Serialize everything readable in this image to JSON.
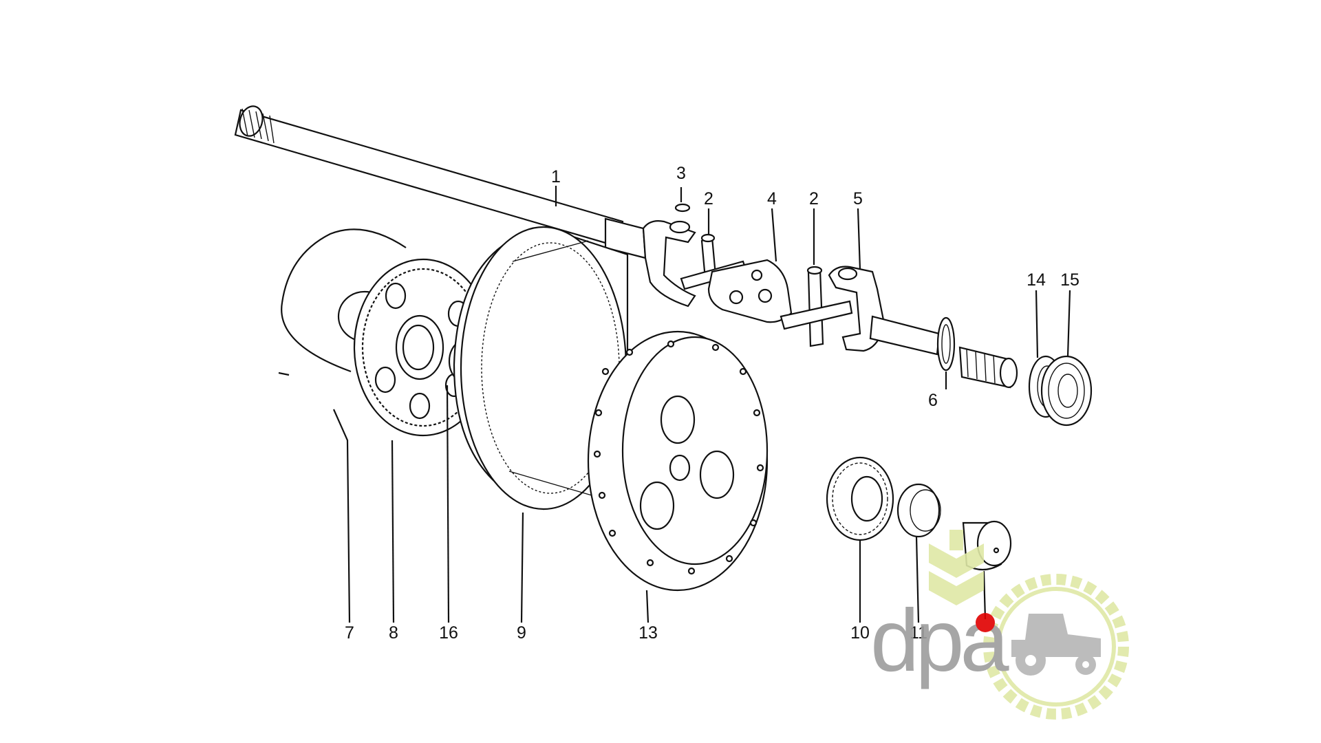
{
  "callouts": [
    {
      "id": "1",
      "label": "1"
    },
    {
      "id": "2a",
      "label": "2"
    },
    {
      "id": "2b",
      "label": "2"
    },
    {
      "id": "3",
      "label": "3"
    },
    {
      "id": "4",
      "label": "4"
    },
    {
      "id": "5",
      "label": "5"
    },
    {
      "id": "6",
      "label": "6"
    },
    {
      "id": "7",
      "label": "7"
    },
    {
      "id": "8",
      "label": "8"
    },
    {
      "id": "9",
      "label": "9"
    },
    {
      "id": "10",
      "label": "10"
    },
    {
      "id": "11",
      "label": "11"
    },
    {
      "id": "13",
      "label": "13"
    },
    {
      "id": "14",
      "label": "14"
    },
    {
      "id": "15",
      "label": "15"
    },
    {
      "id": "16",
      "label": "16"
    }
  ],
  "logo": {
    "text": "dpa",
    "colors": {
      "text": "#9d9d9d",
      "gear": "#dfe8a6",
      "chevron": "#dfe8a6",
      "marker": "#e00000"
    }
  }
}
